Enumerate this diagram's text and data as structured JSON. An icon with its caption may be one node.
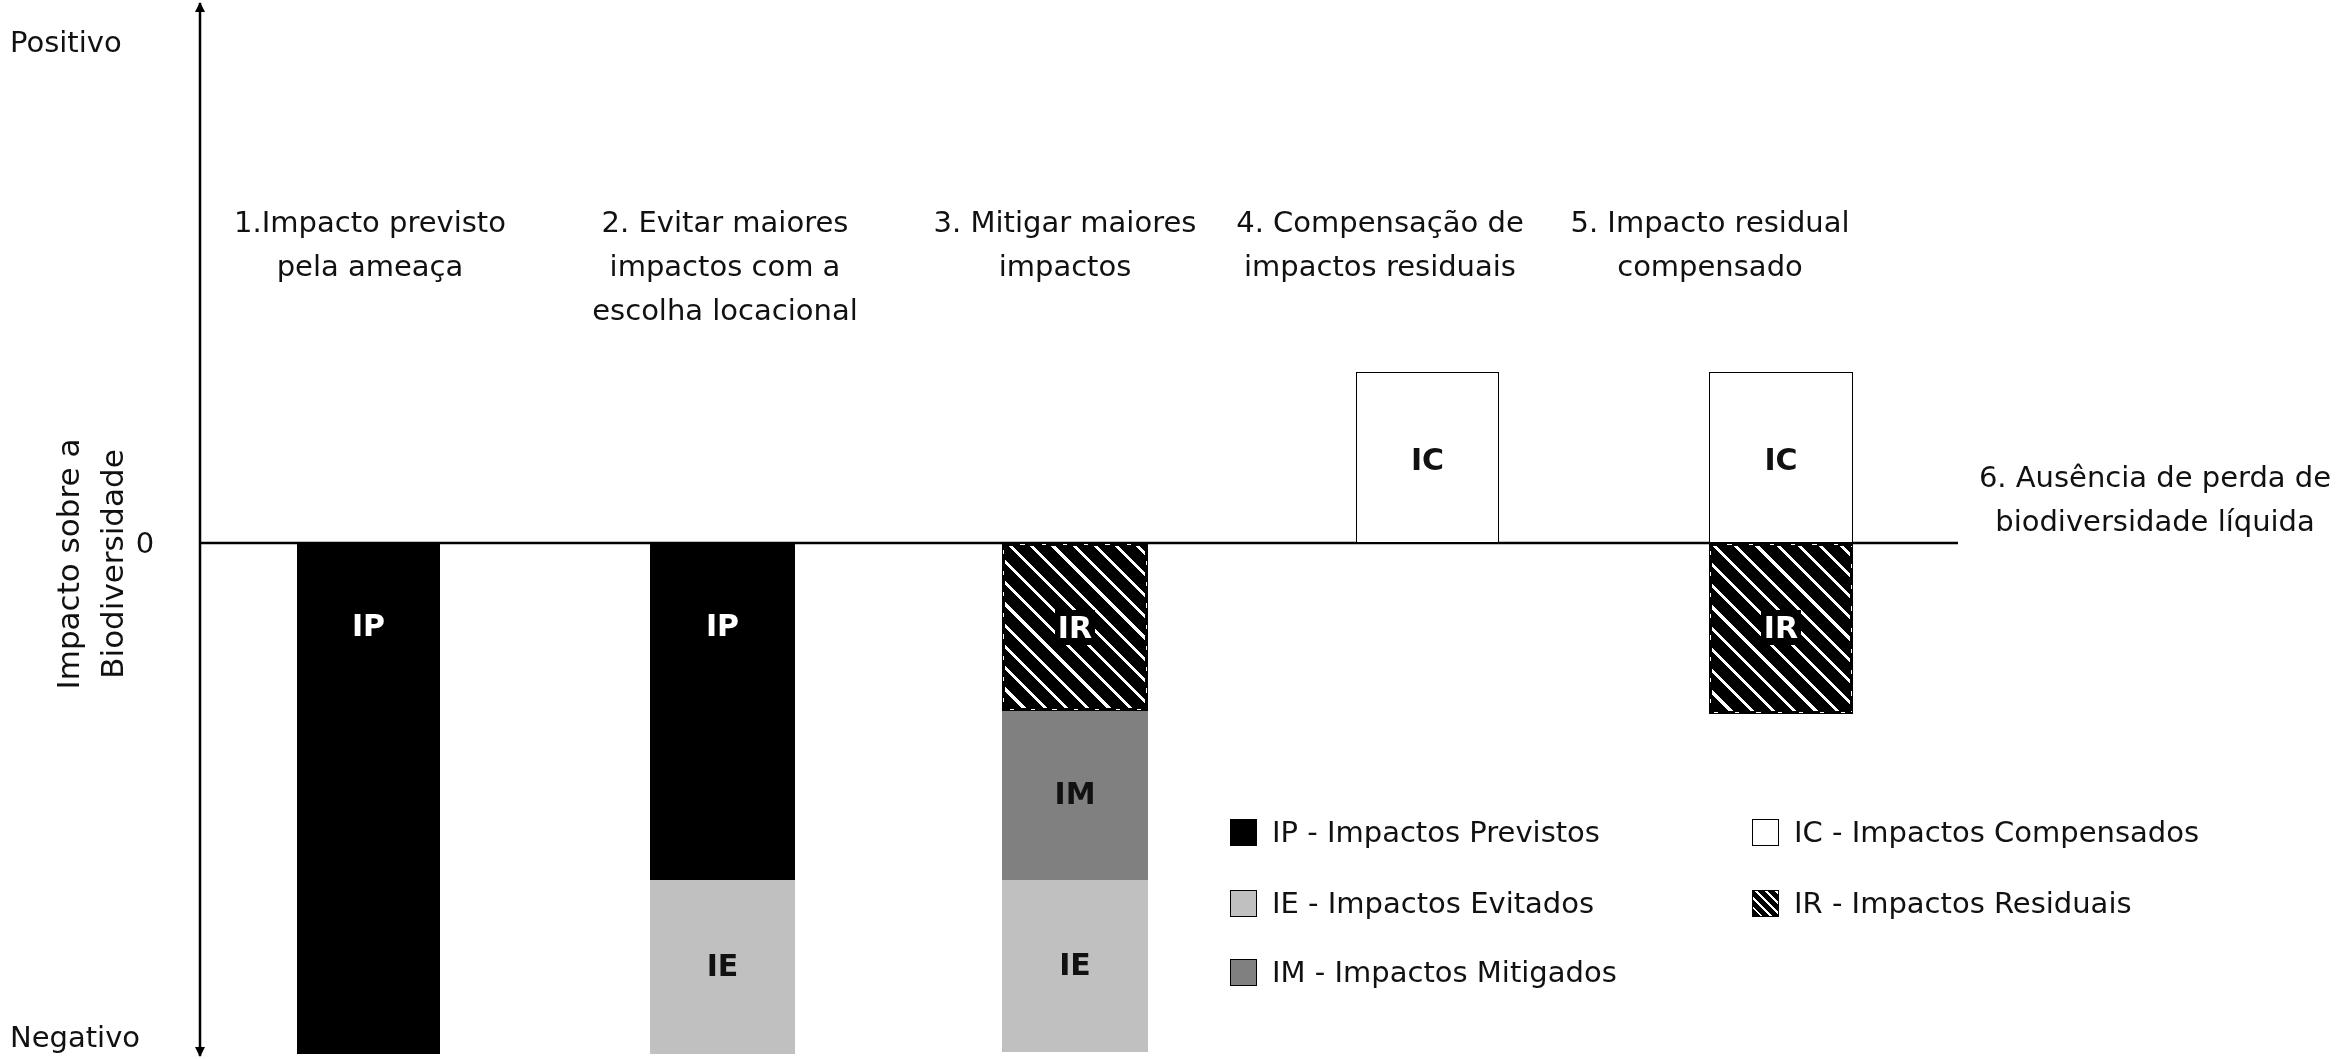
{
  "diagram": {
    "nodes": [
      {
        "text": [
          "IP"
        ]
      },
      {
        "text": [
          "IP"
        ]
      },
      {
        "text": [
          "IE"
        ]
      },
      {
        "text": [
          "IR"
        ]
      },
      {
        "text": [
          "IM"
        ]
      },
      {
        "text": [
          "IE"
        ]
      },
      {
        "text": [
          "IC"
        ]
      },
      {
        "text": [
          "IC"
        ]
      },
      {
        "text": [
          "IR"
        ]
      }
    ],
    "edges": [],
    "labels": [
      "Positivo",
      "1.Impacto previsto pela ameaça",
      "2. Evitar maiores impactos com a escolha locacional",
      "3. Mitigar maiores impactos",
      "4. Compensação de impactos residuais",
      "5. Impacto residual compensado",
      "Impacto sobre a Biodiversidade",
      "0",
      "6. Ausência de perda de biodiversidade líquida",
      "Negativo"
    ],
    "legend": [
      {
        "text": "IP - Impactos Previstos",
        "color": "#000000"
      },
      {
        "text": "IC - Impactos Compensados",
        "color": "#ffffff"
      },
      {
        "text": "IE - Impactos Evitados",
        "color": "#c0c0c0"
      },
      {
        "text": "IR - Impactos Residuais"
      },
      {
        "text": "IM - Impactos Mitigados",
        "color": "#808080"
      }
    ]
  }
}
